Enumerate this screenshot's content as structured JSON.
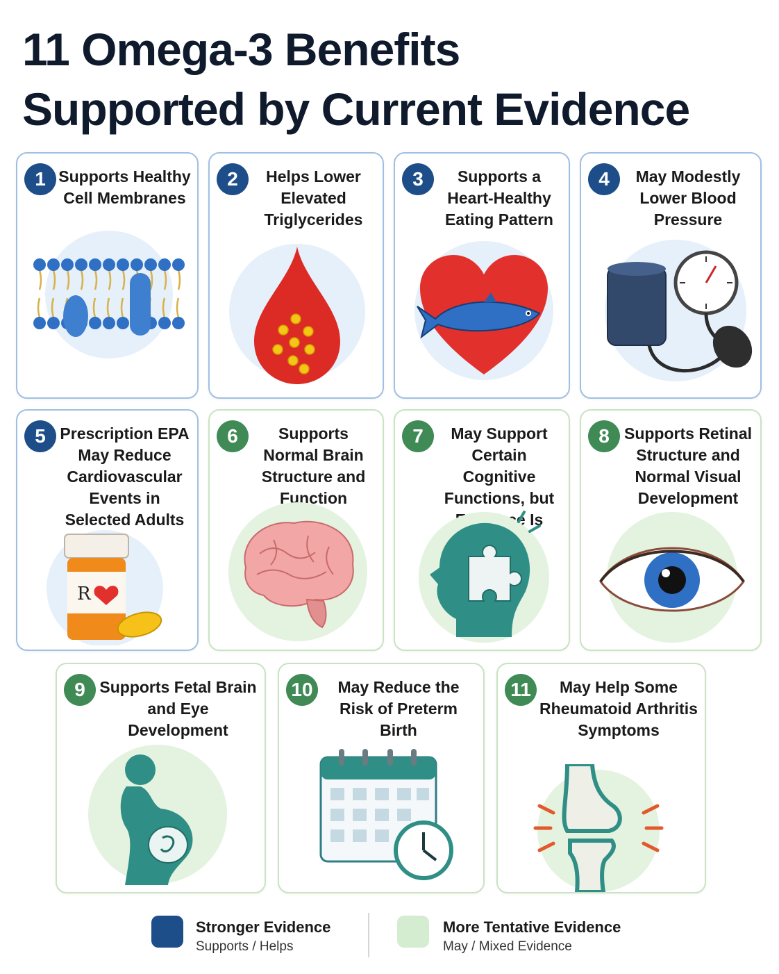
{
  "title": {
    "line1": "11 Omega-3 Benefits",
    "line2": "Supported by Current Evidence"
  },
  "colors": {
    "stronger": "#1d4e89",
    "tentative": "#3f8a55",
    "stronger_border": "#9fc0e3",
    "tentative_border": "#c9e3c3",
    "stronger_swatch": "#1d4e89",
    "tentative_swatch": "#d4ecd0"
  },
  "cards": [
    {
      "num": "1",
      "evidence": "stronger",
      "title": "Supports Healthy Cell Membranes",
      "icon": "cell-membrane-icon"
    },
    {
      "num": "2",
      "evidence": "stronger",
      "title": "Helps Lower Elevated Triglycerides",
      "icon": "blood-drop-icon"
    },
    {
      "num": "3",
      "evidence": "stronger",
      "title": "Supports a Heart-Healthy Eating Pattern",
      "icon": "heart-fish-icon"
    },
    {
      "num": "4",
      "evidence": "stronger",
      "title": "May Modestly Lower Blood Pressure",
      "icon": "blood-pressure-cuff-icon"
    },
    {
      "num": "5",
      "evidence": "stronger",
      "title": "Prescription EPA May Reduce Cardiovascular Events in Selected Adults",
      "icon": "prescription-bottle-icon"
    },
    {
      "num": "6",
      "evidence": "tentative",
      "title": "Supports Normal Brain Structure and Function",
      "icon": "brain-icon"
    },
    {
      "num": "7",
      "evidence": "tentative",
      "title": "May Support Certain Cognitive Functions, but Evidence Is Mixed",
      "icon": "head-puzzle-icon"
    },
    {
      "num": "8",
      "evidence": "tentative",
      "title": "Supports Retinal Structure and Normal Visual Development",
      "icon": "eye-icon"
    },
    {
      "num": "9",
      "evidence": "tentative",
      "title": "Supports Fetal Brain and Eye Development",
      "icon": "pregnant-woman-icon"
    },
    {
      "num": "10",
      "evidence": "tentative",
      "title": "May Reduce the Risk of Preterm Birth",
      "icon": "calendar-clock-icon"
    },
    {
      "num": "11",
      "evidence": "tentative",
      "title": "May Help Some Rheumatoid Arthritis Symptoms",
      "icon": "knee-joint-icon"
    }
  ],
  "legend": {
    "stronger_title": "Stronger Evidence",
    "stronger_sub": "Supports / Helps",
    "tentative_title": "More Tentative Evidence",
    "tentative_sub": "May / Mixed Evidence"
  }
}
